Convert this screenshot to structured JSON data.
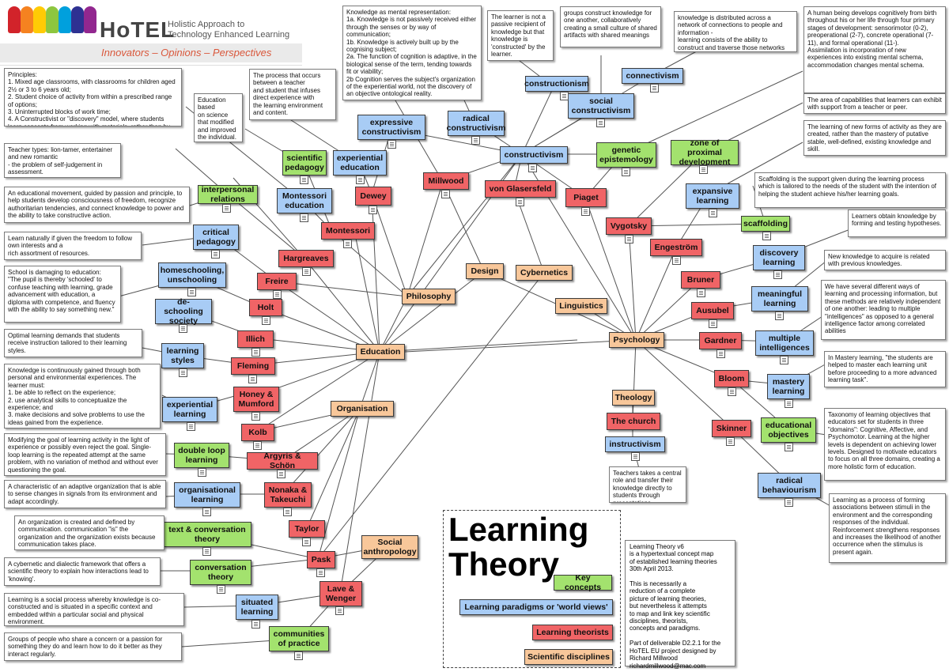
{
  "header": {
    "logo_word": "HoTEL",
    "logo_subtitle_1": "Holistic Approach to",
    "logo_subtitle_2": "Technology Enhanced Learning",
    "tagline": "Innovators – Opinions – Perspectives",
    "brand_colors": [
      "#d2232a",
      "#f58220",
      "#ffcb05",
      "#8dc63f",
      "#00a0dd",
      "#2e3192",
      "#92278f"
    ]
  },
  "legend": {
    "title": "Learning\nTheory",
    "key_concepts": "Key concepts",
    "paradigms": "Learning paradigms or 'world views'",
    "theorists": "Learning theorists",
    "disciplines": "Scientific disciplines",
    "about": "Learning Theory v6\nis a hypertextual concept map\nof established learning theories\n30th April 2013.\n\nThis is necessarily a\nreduction of a complete\npicture of learning theories,\nbut nevertheless it attempts\nto map and link key scientific\ndisciplines, theorists,\nconcepts and paradigms.\n\nPart of deliverable D2.2.1 for the\nHoTEL EU project designed by\nRichard Millwood\nrichardmillwood@mac.com"
  },
  "colors": {
    "concept": "#a3e26e",
    "paradigm": "#a8ccf5",
    "theorist": "#f06466",
    "discipline": "#f8c79a",
    "edge": "#555555"
  },
  "nodes": {
    "constructionism": "constructionism",
    "connectivism": "connectivism",
    "social_constructivism": "social constructivism",
    "expressive_constructivism": "expressive constructivism",
    "radical_constructivism": "radical constructivism",
    "constructivism": "constructivism",
    "genetic_epistemology": "genetic epistemology",
    "zone_proximal": "zone of proximal development",
    "scientific_pedagogy": "scientific pedagogy",
    "experiential_education": "experiential education",
    "millwood": "Millwood",
    "von_glasersfeld": "von Glasersfeld",
    "piaget": "Piaget",
    "interpersonal_relations": "interpersonal relations",
    "montessori_education": "Montessori education",
    "dewey": "Dewey",
    "expansive_learning": "expansive learning",
    "critical_pedagogy": "critical pedagogy",
    "montessori": "Montessori",
    "vygotsky": "Vygotsky",
    "scaffolding": "scaffolding",
    "engestrom": "Engeström",
    "discovery_learning": "discovery learning",
    "homeschooling": "homeschooling, unschooling",
    "hargreaves": "Hargreaves",
    "design": "Design",
    "cybernetics": "Cybernetics",
    "freire": "Freire",
    "bruner": "Bruner",
    "philosophy": "Philosophy",
    "meaningful_learning": "meaningful learning",
    "deschooling": "de-schooling society",
    "holt": "Holt",
    "linguistics": "Linguistics",
    "ausubel": "Ausubel",
    "illich": "Illich",
    "psychology": "Psychology",
    "gardner": "Gardner",
    "multiple_intelligences": "multiple intelligences",
    "learning_styles": "learning styles",
    "education": "Education",
    "fleming": "Fleming",
    "bloom": "Bloom",
    "mastery_learning": "mastery learning",
    "honey_mumford": "Honey & Mumford",
    "theology": "Theology",
    "experiential_learning": "experiential learning",
    "organisation": "Organisation",
    "the_church": "The church",
    "kolb": "Kolb",
    "skinner": "Skinner",
    "educational_objectives": "educational objectives",
    "instructivism": "instructivism",
    "double_loop": "double loop learning",
    "argyris_schon": "Argyris & Schön",
    "radical_behaviourism": "radical behaviourism",
    "organisational_learning": "organisational learning",
    "nonaka": "Nonaka & Takeuchi",
    "taylor": "Taylor",
    "text_conversation": "text & conversation theory",
    "social_anthropology": "Social anthropology",
    "pask": "Pask",
    "conversation_theory": "conversation theory",
    "lave_wenger": "Lave & Wenger",
    "situated_learning": "situated learning",
    "communities_practice": "communities of practice"
  },
  "descriptions": {
    "principles": "Principles:\n1. Mixed age classrooms, with classrooms for children aged 2½ or 3 to 6 years old;\n2. Student choice of activity from within a prescribed range of options;\n3. Uninterrupted blocks of work time;\n4. A Constructivist or \"discovery\" model, where students learn concepts from working with materials, rather than by direct instruction.",
    "education_science": "Education based\non science\nthat modified\nand improved\nthe individual.",
    "process": "The process that occurs between a teacher\nand student that infuses direct experience with\nthe learning environment and content.",
    "mental_rep": "Knowledge as mental representation:\n1a. Knowledge is not passively received either through the senses or by way of communication;\n1b. Knowledge is actively built up by the cognising subject;\n2a. The function of cognition is adaptive, in the biological sense of the term, tending towards fit or viability;\n2b Cognition serves the subject's organization of the experiential world, not the discovery of an objective ontological reality.",
    "learner_not_passive": "The learner is not a passive recipient of knowledge but that knowledge is 'constructed' by the learner.",
    "groups_construct": "groups construct knowledge for one another, collaboratively creating a small culture of shared artifacts with shared meanings",
    "distributed": "knowledge is distributed across a network of connections to people and information -\nlearning consists of the ability to construct and traverse those networks",
    "human_being": "A human being develops cognitively from birth throughout his or her life through four primary stages of development: sensorimotor (0-2), preoperational (2-7), concrete operational (7-11), and formal operational (11-).\nAssimilation is incorporation of new experiences into existing mental schema, accommodation changes mental schema.",
    "teacher_types": "Teacher types: lion-tamer, entertainer and new romantic\n - the problem of self-judgement in assessment.",
    "area_capabilities": "The area of capabilities that learners can exhibit with support from a teacher or peer.",
    "new_forms": "The learning of new forms of activity as they are created, rather than the mastery of putative stable, well-defined, existing knowledge and skill.",
    "educational_movement": "An educational movement, guided by passion and principle, to help students develop consciousness of freedom, recognize authoritarian tendencies, and connect knowledge to power and the ability to take constructive action.",
    "scaffolding_desc": "Scaffolding is the support given during the learning process which is tailored to the needs of the student with the intention of helping the student achieve his/her learning goals.",
    "learn_naturally": "Learn naturally if given the freedom to follow own interests and a\nrich assortment of resources.",
    "learners_obtain": "Learners obtain knowledge by forming and testing hypotheses.",
    "school_damaging": "School is damaging to education:\n\"The pupil is thereby 'schooled' to confuse teaching with learning, grade advancement with education, a diploma with competence, and fluency with the ability to say something new.\"",
    "new_knowledge": "New knowledge to acquire is related with previous knowledges.",
    "several_ways": "We have several different ways of learning and processing information, but these methods are relatively independent of one another: leading to multiple \"intelligences\" as opposed to a general intelligence factor among correlated abilities",
    "optimal_learning": "Optimal learning demands that students receive instruction tailored to their learning styles.",
    "knowledge_gained": "Knowledge is continuously gained through both personal and environmental experiences. The learner must:\n1. be able to reflect on the experience;\n2. use analytical skills to conceptualize the experience; and\n3. make decisions and solve problems to use the ideas gained from the experience.",
    "mastery_desc": "In Mastery learning, \"the students are helped to master each learning unit before proceeding to a more advanced learning task\".",
    "taxonomy": "Taxonomy of learning objectives that educators set for students in three \"domains\": Cognitive, Affective, and Psychomotor. Learning at the higher levels is dependent on achieving lower levels. Designed to motivate educators to focus on all three domains, creating a more holistic form of education.",
    "modifying_goal": "Modifying the goal of learning activity in the light of experience or possibly even reject the goal. Single-loop learning is the repeated attempt at the same problem, with no variation of method and without ever questioning the goal.",
    "adaptive_org": "A characteristic of an adaptive organization that is able to sense changes in signals from its environment and adapt accordingly.",
    "teachers_central": "Teachers takes a central role and transfer their knowledge directly to students through presentations.",
    "org_created": "An organization is created and defined by communication. communication \"is\" the organization and the organization exists because communication takes place.",
    "learning_process": "Learning as a process of forming associations between stimuli in the environment and the corresponding responses of the individual. Reinforcement strengthens responses and increases the likelihood of another occurrence when the stimulus is present again.",
    "cybernetic": "A cybernetic and dialectic framework that offers a scientific theory to explain how interactions lead to 'knowing'.",
    "social_process": "Learning is a social process whereby knowledge is co-constructed and is situated in a specific context and embedded within a particular social and physical environment.",
    "groups_people": "Groups of people who share a concern or a passion for something they do and learn how to do it better as they interact regularly."
  }
}
